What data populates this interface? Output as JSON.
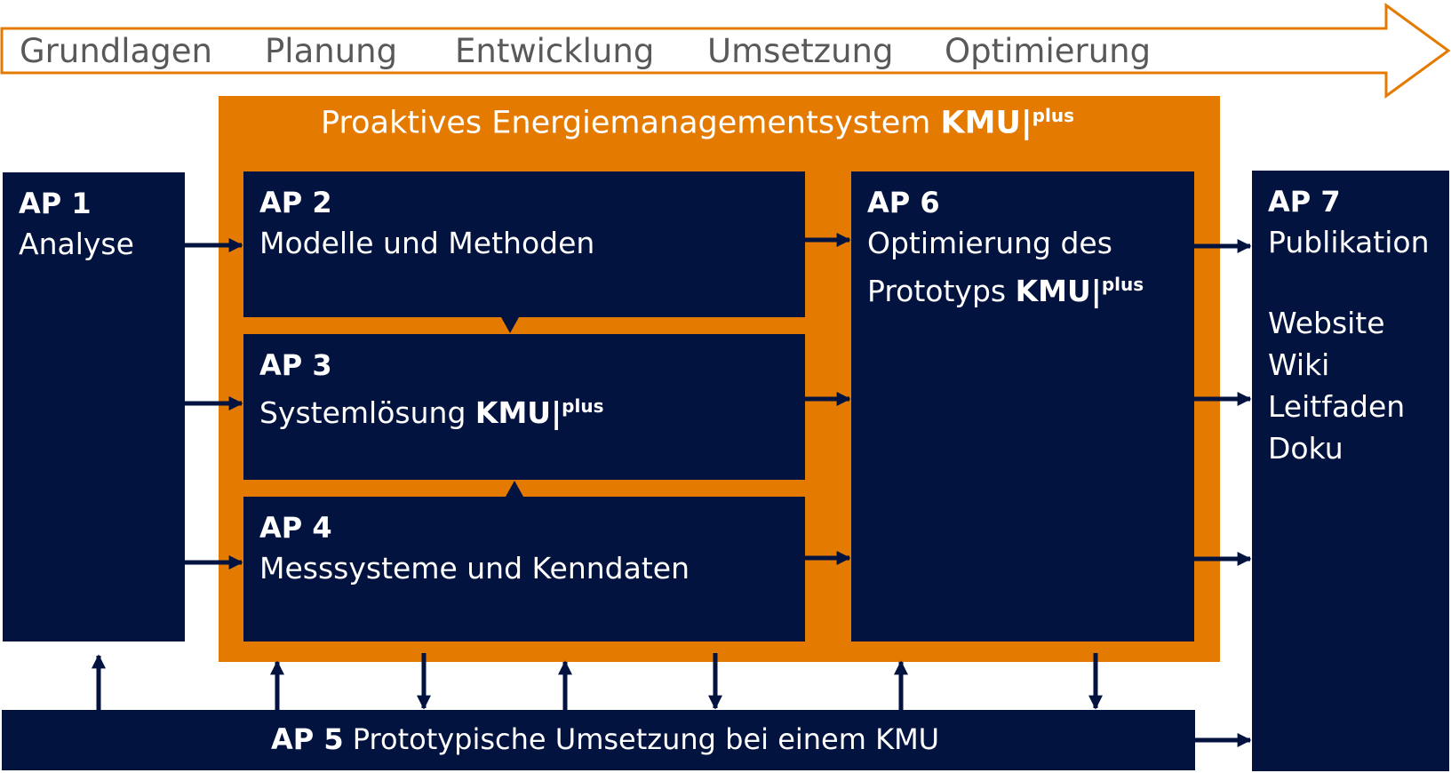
{
  "phases": [
    "Grundlagen",
    "Planung",
    "Entwicklung",
    "Umsetzung",
    "Optimierung"
  ],
  "system": {
    "title": "Proaktives Energiemanagementsystem",
    "brand": "KMU|",
    "brand_sup": "plus"
  },
  "ap1": {
    "code": "AP 1",
    "label": "Analyse"
  },
  "ap2": {
    "code": "AP 2",
    "label": "Modelle und Methoden"
  },
  "ap3": {
    "code": "AP 3",
    "label": "Systemlösung",
    "brand": "KMU|",
    "brand_sup": "plus"
  },
  "ap4": {
    "code": "AP 4",
    "label": "Messsysteme und Kenndaten"
  },
  "ap5": {
    "code": "AP 5",
    "label": "Prototypische Umsetzung bei einem KMU"
  },
  "ap6": {
    "code": "AP 6",
    "line1": "Optimierung des",
    "line2": "Prototyps",
    "brand": "KMU|",
    "brand_sup": "plus"
  },
  "ap7": {
    "code": "AP 7",
    "label": "Publikation",
    "items": [
      "Website",
      "Wiki",
      "Leitfaden",
      "Doku"
    ]
  },
  "colors": {
    "navy": "#02133f",
    "orange": "#e47b00",
    "phase_text": "#595959"
  }
}
